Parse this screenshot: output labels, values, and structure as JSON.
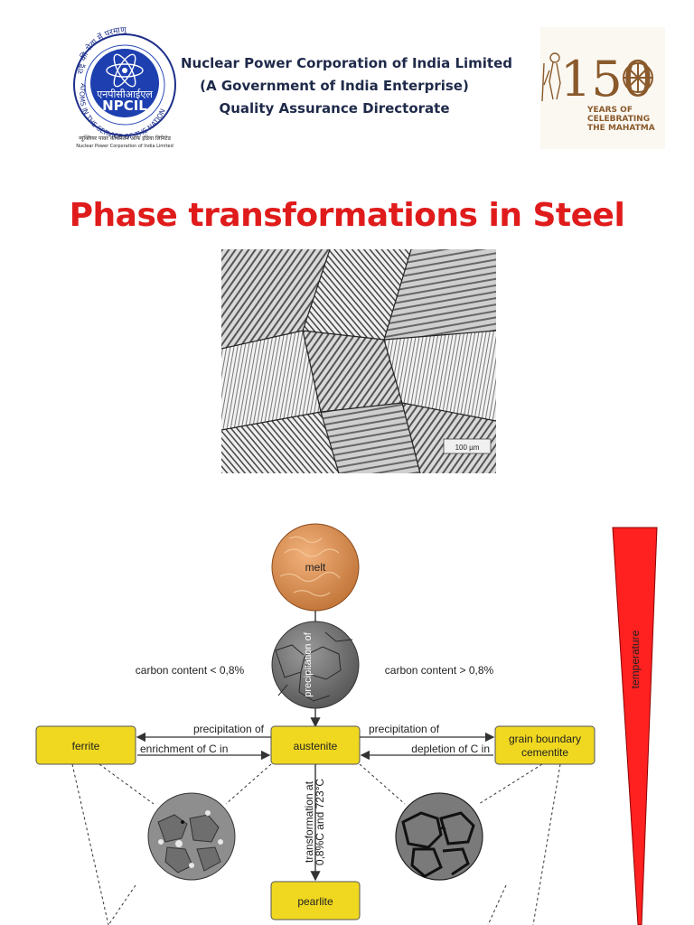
{
  "header": {
    "line1": "Nuclear Power Corporation of India Limited",
    "line2": "(A Government of India Enterprise)",
    "line3": "Quality Assurance Directorate"
  },
  "logo_left": {
    "arc_text": "राष्ट्र की सेवा में परमाणु",
    "side_text": "ATOMS IN THE SERVICE OF THE NATION",
    "hindi_name": "एनपीसीआईएल",
    "name": "NPCIL",
    "sub_hindi": "न्यूक्लियर पावर कॉर्पोरेशन ऑफ इंडिया लिमिटेड",
    "sub_en": "Nuclear Power Corporation of India Limited"
  },
  "logo_right": {
    "number": "150",
    "line1": "YEARS OF",
    "line2": "CELEBRATING",
    "line3": "THE MAHATMA"
  },
  "title": "Phase transformations in Steel",
  "micrograph": {
    "scale_label": "100 µm"
  },
  "diagram": {
    "melt": "melt",
    "precipitation_vertical": "precipitation of",
    "left_condition": "carbon content < 0,8%",
    "right_condition": "carbon content > 0,8%",
    "austenite": "austenite",
    "ferrite": "ferrite",
    "cementite_line1": "grain boundary",
    "cementite_line2": "cementite",
    "left_arrow_top": "precipitation of",
    "left_arrow_bottom": "enrichment of C in",
    "right_arrow_top": "precipitation of",
    "right_arrow_bottom": "depletion of C in",
    "transformation_line1": "transformation at",
    "transformation_line2": "0,8%C and 723°C",
    "pearlite": "pearlite",
    "temperature": "temperature"
  },
  "colors": {
    "title_red": "#e01b1b",
    "box_yellow": "#f0d820",
    "melt_orange": "#d98b4e",
    "temperature_red": "#ff2020"
  }
}
